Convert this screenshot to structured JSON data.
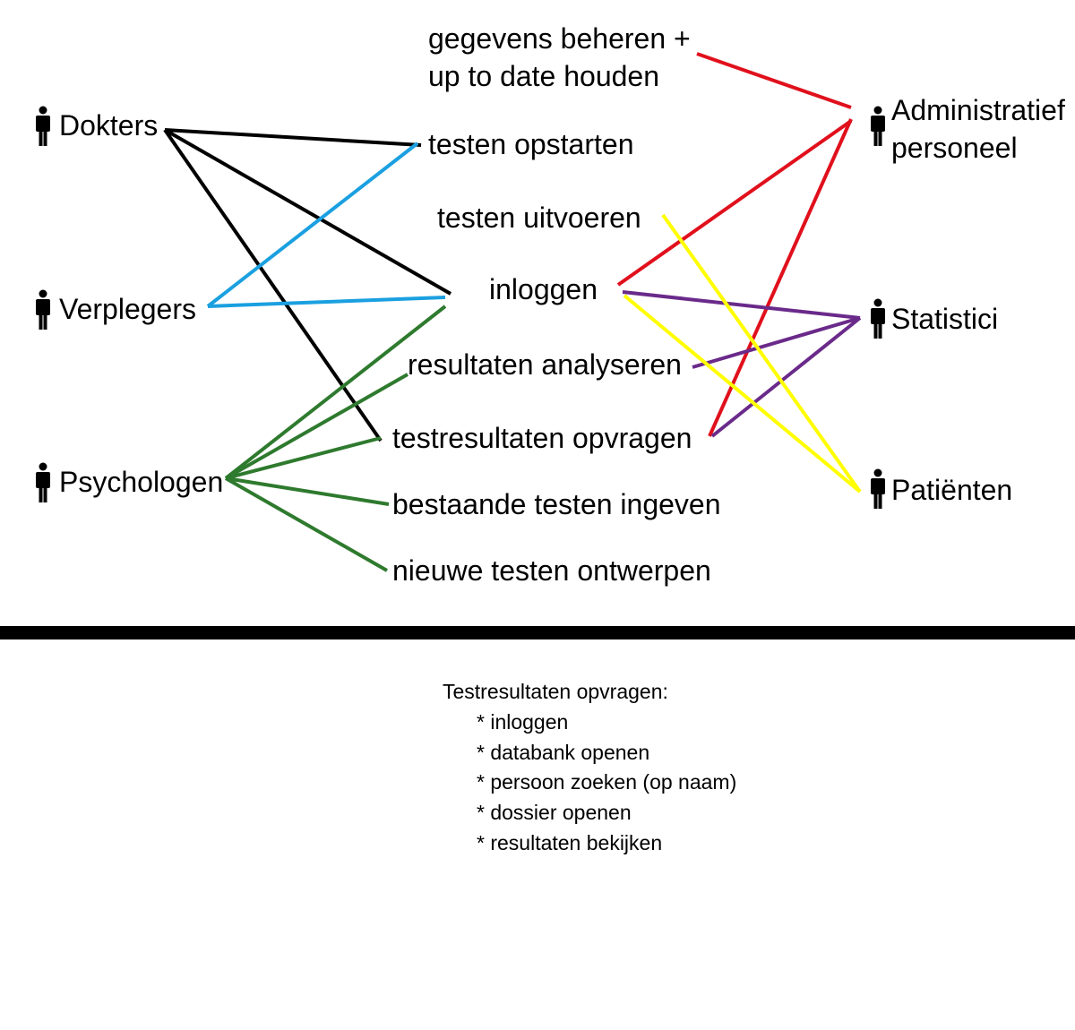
{
  "actors": [
    {
      "id": "dokters",
      "lines": [
        "Dokters"
      ]
    },
    {
      "id": "verplegers",
      "lines": [
        "Verplegers"
      ]
    },
    {
      "id": "psychologen",
      "lines": [
        "Psychologen"
      ]
    },
    {
      "id": "administratief",
      "lines": [
        "Administratief",
        "personeel"
      ]
    },
    {
      "id": "statistici",
      "lines": [
        "Statistici"
      ]
    },
    {
      "id": "patienten",
      "lines": [
        "Patiënten"
      ]
    }
  ],
  "tasks": [
    {
      "id": "gegevens",
      "lines": [
        "gegevens beheren +",
        "up to date houden"
      ]
    },
    {
      "id": "opstarten",
      "lines": [
        "testen opstarten"
      ]
    },
    {
      "id": "uitvoeren",
      "lines": [
        "testen uitvoeren"
      ]
    },
    {
      "id": "inloggen",
      "lines": [
        "inloggen"
      ]
    },
    {
      "id": "analyseren",
      "lines": [
        "resultaten analyseren"
      ]
    },
    {
      "id": "opvragen",
      "lines": [
        "testresultaten opvragen"
      ]
    },
    {
      "id": "ingeven",
      "lines": [
        "bestaande testen ingeven"
      ]
    },
    {
      "id": "ontwerpen",
      "lines": [
        "nieuwe testen ontwerpen"
      ]
    }
  ],
  "connection_colors": {
    "dokters": "#000000",
    "verplegers": "#1aa0e0",
    "psychologen": "#2e7a2e",
    "administratief": "#e0101c",
    "statistici": "#6a2a8a",
    "patienten": "#ffff00"
  },
  "connections": [
    {
      "actor": "dokters",
      "task": "opstarten"
    },
    {
      "actor": "dokters",
      "task": "inloggen"
    },
    {
      "actor": "dokters",
      "task": "opvragen"
    },
    {
      "actor": "verplegers",
      "task": "opstarten"
    },
    {
      "actor": "verplegers",
      "task": "inloggen"
    },
    {
      "actor": "psychologen",
      "task": "inloggen"
    },
    {
      "actor": "psychologen",
      "task": "analyseren"
    },
    {
      "actor": "psychologen",
      "task": "opvragen"
    },
    {
      "actor": "psychologen",
      "task": "ingeven"
    },
    {
      "actor": "psychologen",
      "task": "ontwerpen"
    },
    {
      "actor": "administratief",
      "task": "gegevens"
    },
    {
      "actor": "administratief",
      "task": "inloggen"
    },
    {
      "actor": "administratief",
      "task": "opvragen"
    },
    {
      "actor": "statistici",
      "task": "inloggen"
    },
    {
      "actor": "statistici",
      "task": "analyseren"
    },
    {
      "actor": "statistici",
      "task": "opvragen"
    },
    {
      "actor": "patienten",
      "task": "uitvoeren"
    },
    {
      "actor": "patienten",
      "task": "inloggen"
    }
  ],
  "notes": {
    "title": "Testresultaten opvragen:",
    "items": [
      "* inloggen",
      "* databank openen",
      "* persoon zoeken (op naam)",
      "* dossier openen",
      "* resultaten bekijken"
    ]
  }
}
